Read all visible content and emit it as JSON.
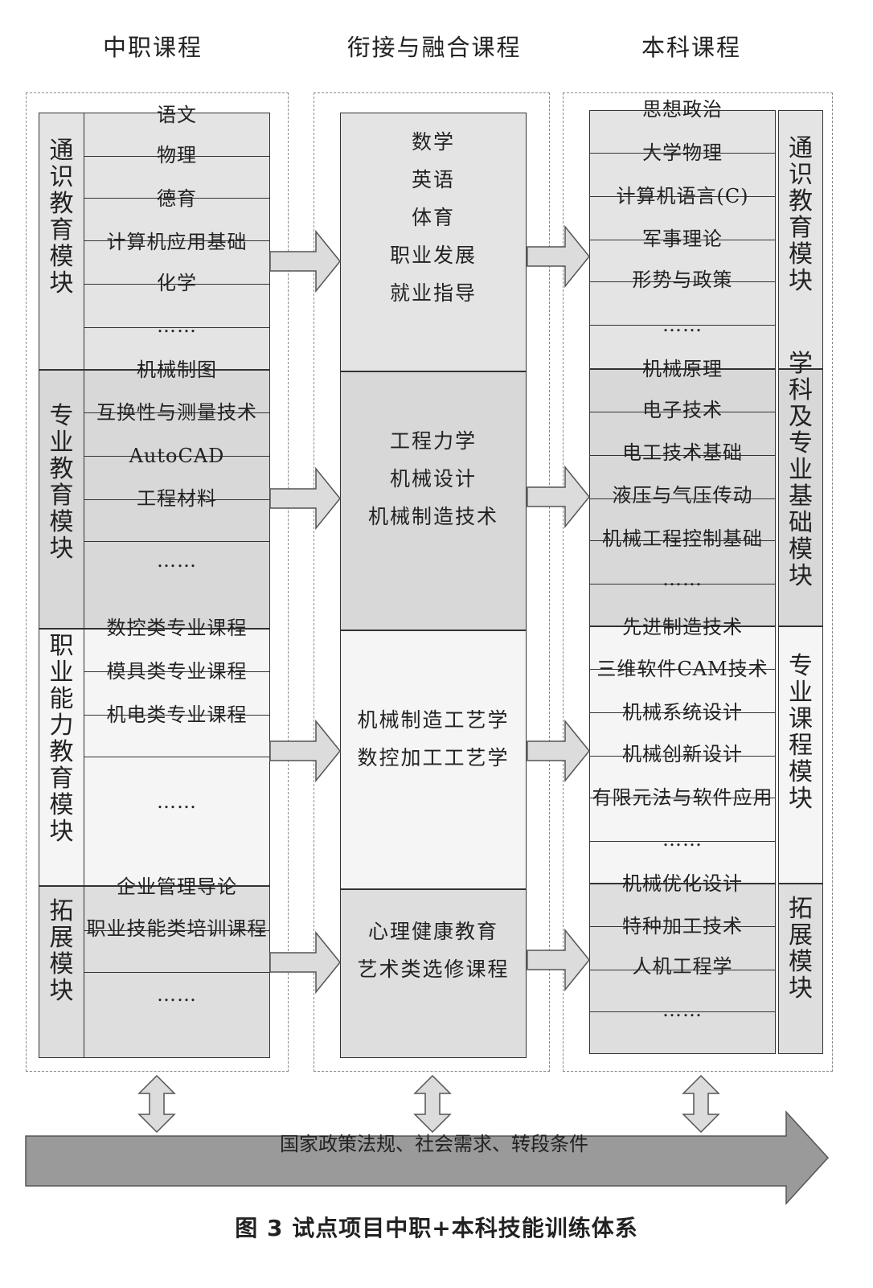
{
  "headers": {
    "left": "中职课程",
    "middle": "衔接与融合课程",
    "right": "本科课程"
  },
  "left_modules": [
    {
      "label": "通识教育模块",
      "items": [
        "语文",
        "物理",
        "德育",
        "计算机应用基础",
        "化学",
        "……"
      ]
    },
    {
      "label": "专业教育模块",
      "items": [
        "机械制图",
        "互换性与测量技术",
        "AutoCAD",
        "工程材料",
        "……"
      ]
    },
    {
      "label": "职业能力教育模块",
      "items": [
        "数控类专业课程",
        "模具类专业课程",
        "机电类专业课程",
        "……"
      ]
    },
    {
      "label": "拓展模块",
      "items": [
        "企业管理导论",
        "职业技能类培训课程",
        "……"
      ]
    }
  ],
  "middle_modules": [
    {
      "items": [
        "数学",
        "英语",
        "体育",
        "职业发展",
        "就业指导"
      ]
    },
    {
      "items": [
        "工程力学",
        "机械设计",
        "机械制造技术"
      ]
    },
    {
      "items": [
        "机械制造工艺学",
        "数控加工工艺学"
      ]
    },
    {
      "items": [
        "心理健康教育",
        "艺术类选修课程"
      ]
    }
  ],
  "right_modules": [
    {
      "label": "通识教育模块",
      "items": [
        "思想政治",
        "大学物理",
        "计算机语言(C)",
        "军事理论",
        "形势与政策",
        "……"
      ]
    },
    {
      "label": "学科及专业基础模块",
      "items": [
        "机械原理",
        "电子技术",
        "电工技术基础",
        "液压与气压传动",
        "机械工程控制基础",
        "……"
      ]
    },
    {
      "label": "专业课程模块",
      "items": [
        "先进制造技术",
        "三维软件CAM技术",
        "机械系统设计",
        "机械创新设计",
        "有限元法与软件应用",
        "……"
      ]
    },
    {
      "label": "拓展模块",
      "items": [
        "机械优化设计",
        "特种加工技术",
        "人机工程学",
        "……"
      ]
    }
  ],
  "policy_text": "国家政策法规、社会需求、转段条件",
  "caption": "图 3    试点项目中职+本科技能训练体系"
}
